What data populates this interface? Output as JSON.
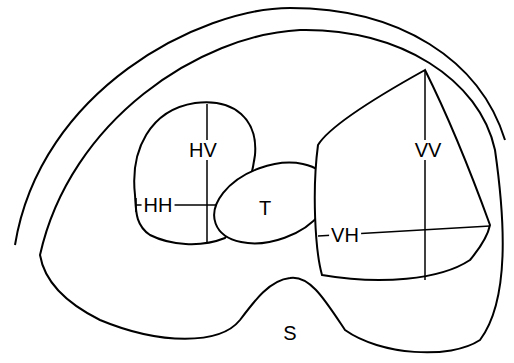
{
  "diagram": {
    "nodes": [
      {
        "text": [
          "HV",
          "HH"
        ]
      },
      {
        "text": [
          "T"
        ]
      },
      {
        "text": [
          "VV",
          "VH"
        ]
      }
    ],
    "labels": [
      "S"
    ]
  }
}
